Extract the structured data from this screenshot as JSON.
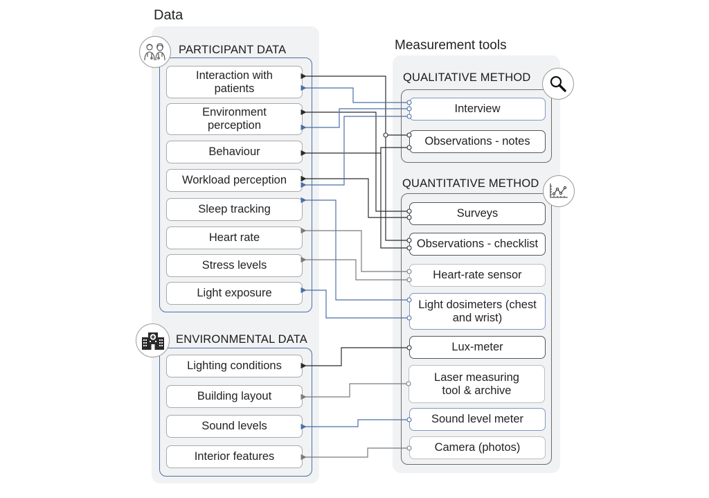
{
  "data_section": {
    "title": "Data",
    "participant": {
      "title": "PARTICIPANT DATA",
      "icon": "doctors-icon",
      "items": [
        "Interaction with patients",
        "Environment perception",
        "Behaviour",
        "Workload perception",
        "Sleep tracking",
        "Heart rate",
        "Stress levels",
        "Light exposure"
      ]
    },
    "environmental": {
      "title": "ENVIRONMENTAL DATA",
      "icon": "hospital-icon",
      "items": [
        "Lighting conditions",
        "Building layout",
        "Sound levels",
        "Interior features"
      ]
    }
  },
  "tools_section": {
    "title": "Measurement tools",
    "qualitative": {
      "title": "QUALITATIVE METHOD",
      "icon": "magnifier-icon",
      "items": [
        "Interview",
        "Observations - notes"
      ]
    },
    "quantitative": {
      "title": "QUANTITATIVE METHOD",
      "icon": "line-chart-icon",
      "items": [
        "Surveys",
        "Observations - checklist",
        "Heart-rate sensor",
        "Light dosimeters (chest and wrist)",
        "Lux-meter",
        "Laser measuring tool & archive",
        "Sound level meter",
        "Camera (photos)"
      ]
    }
  },
  "connections": [
    {
      "from": "Observations - notes",
      "to": "Interaction with patients",
      "color": "dark"
    },
    {
      "from": "Interview",
      "to": "Interaction with patients",
      "color": "blue"
    },
    {
      "from": "Surveys",
      "to": "Environment perception",
      "color": "dark"
    },
    {
      "from": "Interview",
      "to": "Environment perception",
      "color": "blue"
    },
    {
      "from": "Observations - notes",
      "to": "Behaviour",
      "color": "dark"
    },
    {
      "from": "Observations - checklist",
      "to": "Behaviour",
      "color": "dark"
    },
    {
      "from": "Surveys",
      "to": "Workload perception",
      "color": "dark"
    },
    {
      "from": "Interview",
      "to": "Workload perception",
      "color": "blue"
    },
    {
      "from": "Light dosimeters (chest and wrist)",
      "to": "Sleep tracking",
      "color": "blue"
    },
    {
      "from": "Heart-rate sensor",
      "to": "Heart rate",
      "color": "gray"
    },
    {
      "from": "Heart-rate sensor",
      "to": "Stress levels",
      "color": "gray"
    },
    {
      "from": "Light dosimeters (chest and wrist)",
      "to": "Light exposure",
      "color": "blue"
    },
    {
      "from": "Lux-meter",
      "to": "Lighting conditions",
      "color": "dark"
    },
    {
      "from": "Laser measuring tool & archive",
      "to": "Building layout",
      "color": "gray"
    },
    {
      "from": "Sound level meter",
      "to": "Sound levels",
      "color": "blue"
    },
    {
      "from": "Camera (photos)",
      "to": "Interior features",
      "color": "gray"
    }
  ],
  "colors": {
    "dark": "#2b2b2b",
    "gray": "#7a7a7a",
    "blue": "#4a6fa5",
    "panel": "#f1f2f4"
  }
}
